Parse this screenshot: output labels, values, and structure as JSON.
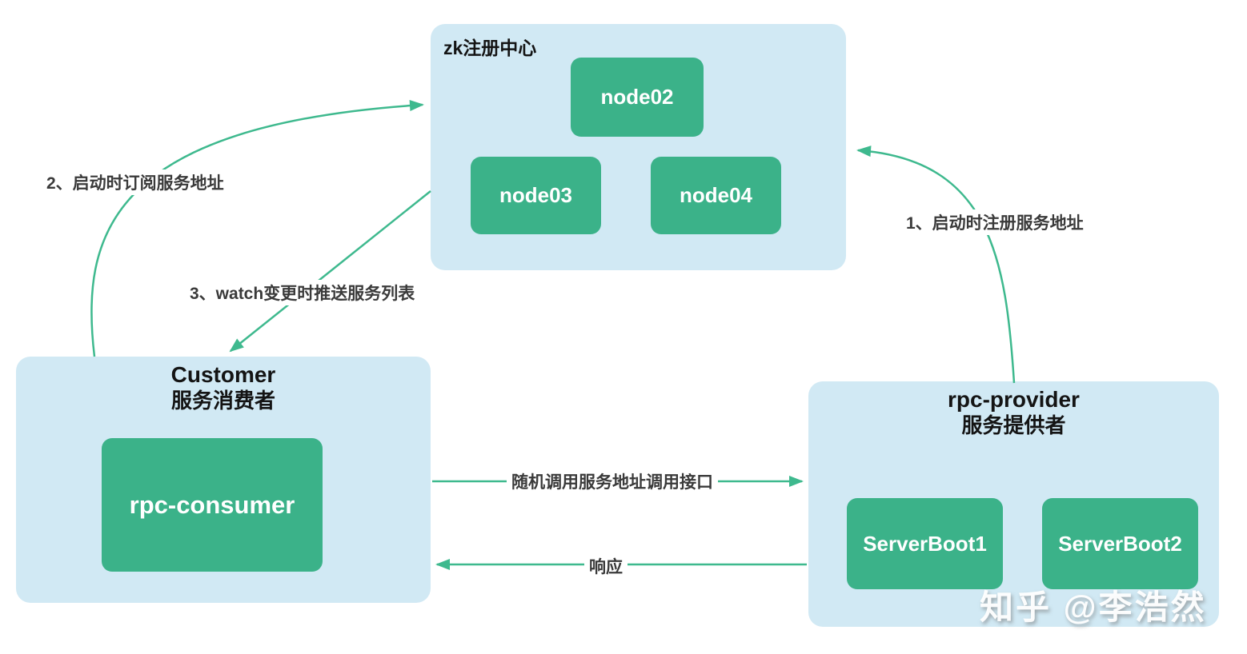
{
  "colors": {
    "background": "#ffffff",
    "container_fill": "#d1e9f4",
    "node_fill": "#3bb289",
    "arrow_stroke": "#3eb98e",
    "label_text": "#3a3a3a",
    "title_text": "#141414",
    "node_text": "#ffffff"
  },
  "zk_registry": {
    "title": "zk注册中心",
    "nodes": [
      "node02",
      "node03",
      "node04"
    ]
  },
  "consumer": {
    "title": "Customer",
    "subtitle": "服务消费者",
    "node": "rpc-consumer"
  },
  "provider": {
    "title": "rpc-provider",
    "subtitle": "服务提供者",
    "nodes": [
      "ServerBoot1",
      "ServerBoot2"
    ]
  },
  "arrows": {
    "register_label": "1、启动时注册服务地址",
    "subscribe_label": "2、启动时订阅服务地址",
    "watch_label": "3、watch变更时推送服务列表",
    "invoke_label": "随机调用服务地址调用接口",
    "response_label": "响应"
  },
  "watermark": "知乎 @李浩然"
}
